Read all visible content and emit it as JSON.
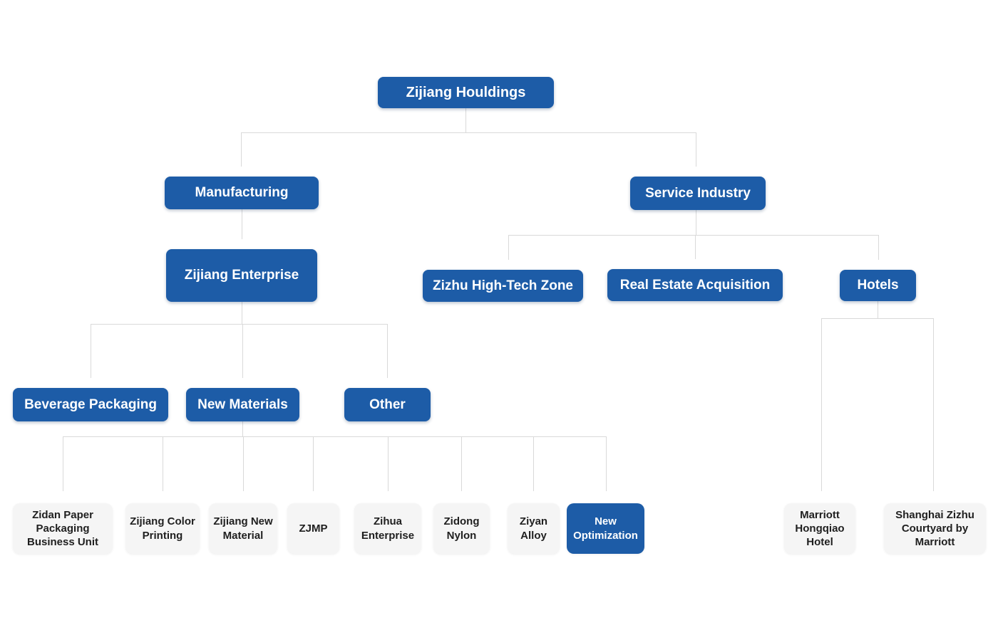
{
  "colors": {
    "node_blue": "#1d5ca7",
    "node_blue_text": "#ffffff",
    "leaf_bg": "#f5f5f5",
    "leaf_text": "#1f1f1f",
    "connector_line": "#d9d9d9",
    "background": "#ffffff"
  },
  "org_chart": {
    "nodes": {
      "zijiang_houldings": {
        "label": "Zijiang Houldings",
        "variant": "blue"
      },
      "manufacturing": {
        "label": "Manufacturing",
        "variant": "blue"
      },
      "service_industry": {
        "label": "Service Industry",
        "variant": "blue"
      },
      "zijiang_enterprise": {
        "label": "Zijiang Enterprise",
        "variant": "blue"
      },
      "zizhu_high_tech_zone": {
        "label": "Zizhu High-Tech Zone",
        "variant": "blue"
      },
      "real_estate_acquisition": {
        "label": "Real Estate Acquisition",
        "variant": "blue"
      },
      "hotels": {
        "label": "Hotels",
        "variant": "blue"
      },
      "beverage_packaging": {
        "label": "Beverage Packaging",
        "variant": "blue"
      },
      "new_materials": {
        "label": "New Materials",
        "variant": "blue"
      },
      "other": {
        "label": "Other",
        "variant": "blue"
      },
      "zidan_paper_packaging_business_unit": {
        "label": "Zidan Paper\nPackaging\nBusiness Unit",
        "variant": "gray"
      },
      "zijiang_color_printing": {
        "label": "Zijiang Color\nPrinting",
        "variant": "gray"
      },
      "zijiang_new_material": {
        "label": "Zijiang New\nMaterial",
        "variant": "gray"
      },
      "zjmp": {
        "label": "ZJMP",
        "variant": "gray"
      },
      "zihua_enterprise": {
        "label": "Zihua\nEnterprise",
        "variant": "gray"
      },
      "zidong_nylon": {
        "label": "Zidong\nNylon",
        "variant": "gray"
      },
      "ziyan_alloy": {
        "label": "Ziyan\nAlloy",
        "variant": "gray"
      },
      "new_optimization": {
        "label": "New\nOptimization",
        "variant": "blue"
      },
      "marriott_hongqiao_hotel": {
        "label": "Marriott\nHongqiao\nHotel",
        "variant": "gray"
      },
      "shanghai_zizhu_courtyard_by_marriott": {
        "label": "Shanghai Zizhu\nCourtyard by\nMarriott",
        "variant": "gray"
      }
    },
    "edges": {
      "zijiang_houldings": [
        "manufacturing",
        "service_industry"
      ],
      "manufacturing": [
        "zijiang_enterprise"
      ],
      "zijiang_enterprise": [
        "beverage_packaging",
        "new_materials",
        "other"
      ],
      "service_industry": [
        "zizhu_high_tech_zone",
        "real_estate_acquisition",
        "hotels"
      ],
      "new_materials": [
        "zidan_paper_packaging_business_unit",
        "zijiang_color_printing",
        "zijiang_new_material",
        "zjmp",
        "zihua_enterprise",
        "zidong_nylon",
        "ziyan_alloy",
        "new_optimization"
      ],
      "hotels": [
        "marriott_hongqiao_hotel",
        "shanghai_zizhu_courtyard_by_marriott"
      ]
    }
  }
}
